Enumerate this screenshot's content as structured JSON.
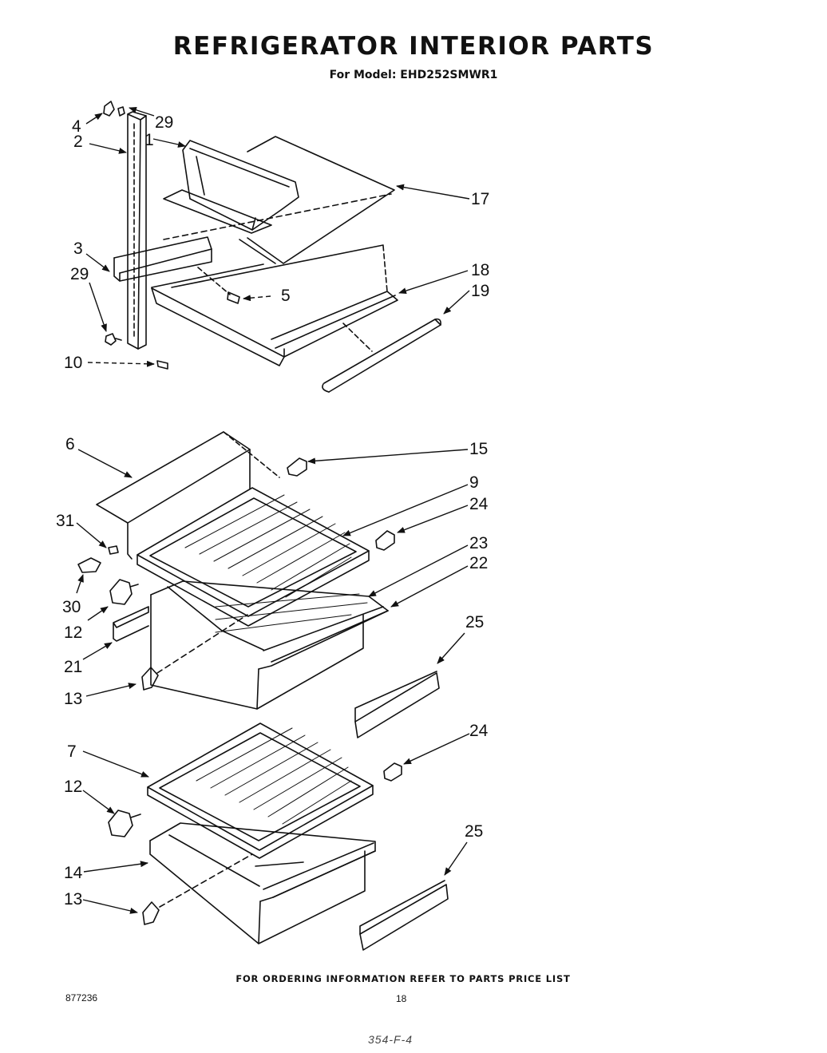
{
  "page": {
    "title": "REFRIGERATOR INTERIOR PARTS",
    "model_label": "For Model: EHD252SMWR1",
    "ordering_note": "FOR ORDERING INFORMATION REFER TO PARTS PRICE LIST",
    "document_number": "877236",
    "page_number": "18",
    "handwritten_note": "354-F-4"
  },
  "callouts": {
    "c4": "4",
    "c2": "2",
    "c29a": "29",
    "c1": "1",
    "c17": "17",
    "c3": "3",
    "c29b": "29",
    "c18": "18",
    "c19": "19",
    "c5": "5",
    "c10": "10",
    "c6": "6",
    "c15": "15",
    "c9": "9",
    "c24a": "24",
    "c31": "31",
    "c23": "23",
    "c22": "22",
    "c30": "30",
    "c12a": "12",
    "c25a": "25",
    "c21": "21",
    "c13a": "13",
    "c7": "7",
    "c24b": "24",
    "c12b": "12",
    "c25b": "25",
    "c14": "14",
    "c13b": "13"
  }
}
